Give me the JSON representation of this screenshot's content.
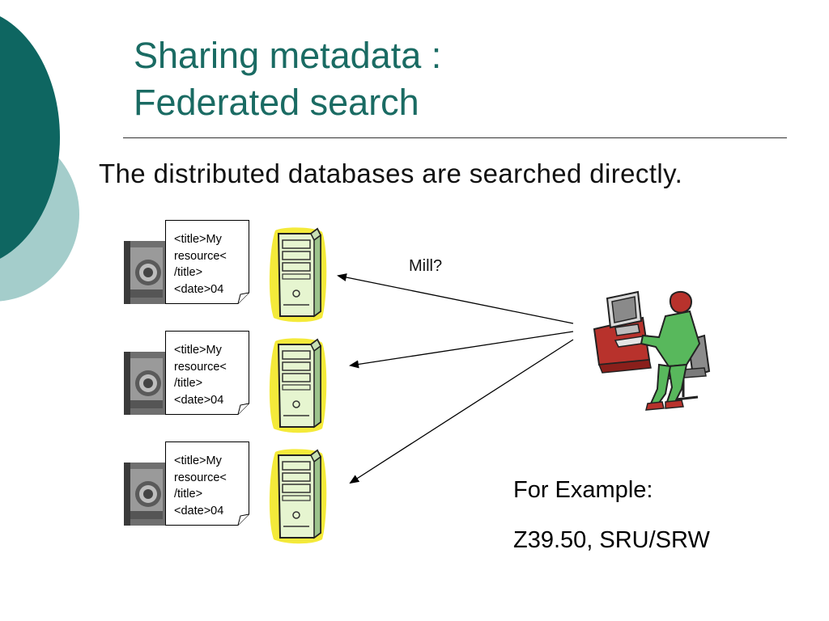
{
  "slide": {
    "title_line1": "Sharing metadata :",
    "title_line2": "Federated search",
    "subtitle": "The distributed databases are searched directly."
  },
  "databases": [
    {
      "doc_lines": [
        "<title>My",
        "resource<",
        "/title>",
        "<date>04"
      ]
    },
    {
      "doc_lines": [
        "<title>My",
        "resource<",
        "/title>",
        "<date>04"
      ]
    },
    {
      "doc_lines": [
        "<title>My",
        "resource<",
        "/title>",
        "<date>04"
      ]
    }
  ],
  "query_label": "Mill?",
  "example": {
    "heading": "For Example:",
    "protocols": "Z39.50, SRU/SRW"
  },
  "colors": {
    "title": "#1a6b63",
    "deco_dark": "#0e6661",
    "deco_light": "#a4cdcb",
    "server_glow": "#f4ea3a",
    "server_body": "#e6f5d0",
    "user_shirt": "#58b85c",
    "user_desk": "#b8322c"
  },
  "icons": [
    "document-icon",
    "photo-thumbnail-icon",
    "server-icon",
    "user-at-computer-icon",
    "arrow-icon"
  ]
}
